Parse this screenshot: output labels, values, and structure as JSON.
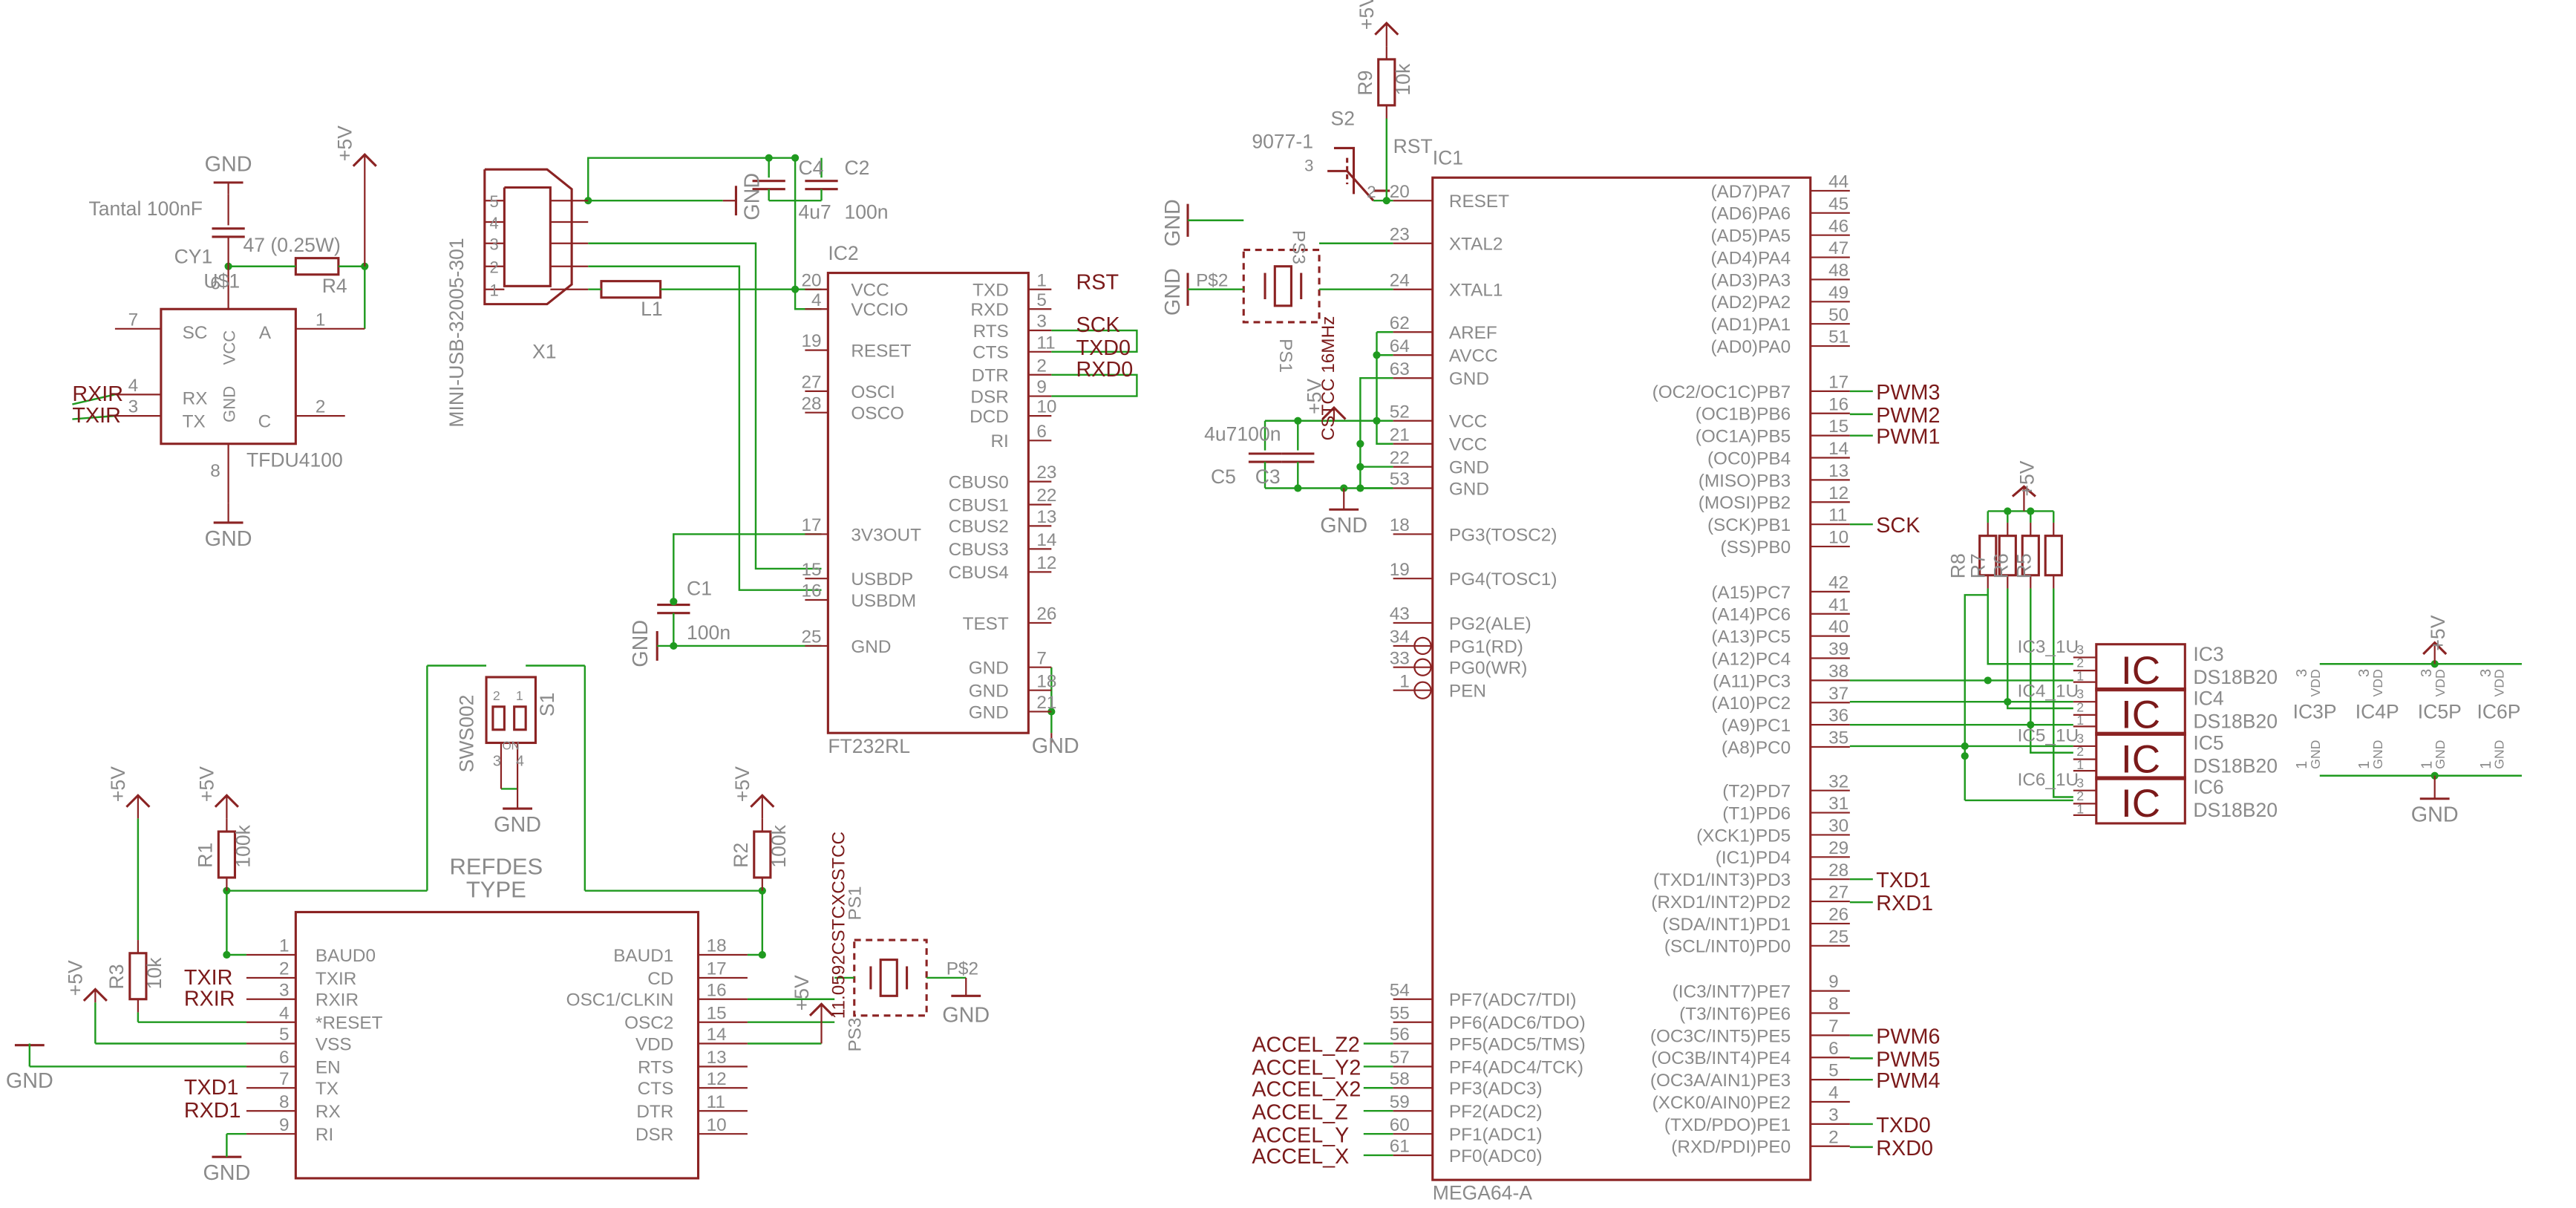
{
  "colors": {
    "body": "#8b2323",
    "wire": "#1f9a1f",
    "text": "#8a8a8a",
    "net": "#7b1a1a",
    "junction": "#1f9a1f"
  },
  "supply": {
    "gnd": "GND",
    "vcc": "+5V"
  },
  "ir": {
    "part": "TFDU4100",
    "name": "U$1",
    "cap_value": "Tantal 100nF",
    "cap_name": "CY1",
    "res_value": "47 (0.25W)",
    "res_name": "R4",
    "pins": [
      {
        "num": "7",
        "name": "SC"
      },
      {
        "num": "6",
        "name": "VCC"
      },
      {
        "num": "1",
        "name": "A"
      },
      {
        "num": "4",
        "name": "RX"
      },
      {
        "num": "3",
        "name": "TX"
      },
      {
        "num": "8",
        "name": "GND"
      },
      {
        "num": "2",
        "name": "C"
      }
    ],
    "nets": {
      "rx": "RXIR",
      "tx": "TXIR"
    }
  },
  "usb": {
    "part": "MINI-USB-32005-301",
    "name": "X1",
    "pins": [
      "5",
      "4",
      "3",
      "2",
      "1"
    ],
    "l1": "L1",
    "c4": "C4",
    "c2": "C2",
    "c4_val": "4u7",
    "c2_val": "100n",
    "c1": "C1",
    "c1_val": "100n"
  },
  "ft232": {
    "part": "FT232RL",
    "name": "IC2",
    "left": [
      {
        "num": "20",
        "name": "VCC"
      },
      {
        "num": "4",
        "name": "VCCIO"
      },
      {
        "num": "19",
        "name": "RESET"
      },
      {
        "num": "27",
        "name": "OSCI"
      },
      {
        "num": "28",
        "name": "OSCO"
      },
      {
        "num": "17",
        "name": "3V3OUT"
      },
      {
        "num": "15",
        "name": "USBDP"
      },
      {
        "num": "16",
        "name": "USBDM"
      },
      {
        "num": "25",
        "name": "GND"
      }
    ],
    "right": [
      {
        "num": "1",
        "name": "TXD"
      },
      {
        "num": "5",
        "name": "RXD"
      },
      {
        "num": "3",
        "name": "RTS"
      },
      {
        "num": "11",
        "name": "CTS"
      },
      {
        "num": "2",
        "name": "DTR"
      },
      {
        "num": "9",
        "name": "DSR"
      },
      {
        "num": "10",
        "name": "DCD"
      },
      {
        "num": "6",
        "name": "RI"
      },
      {
        "num": "23",
        "name": "CBUS0"
      },
      {
        "num": "22",
        "name": "CBUS1"
      },
      {
        "num": "13",
        "name": "CBUS2"
      },
      {
        "num": "14",
        "name": "CBUS3"
      },
      {
        "num": "12",
        "name": "CBUS4"
      },
      {
        "num": "26",
        "name": "TEST"
      },
      {
        "num": "7",
        "name": "GND"
      },
      {
        "num": "18",
        "name": "GND"
      },
      {
        "num": "21",
        "name": "GND"
      }
    ],
    "nets": {
      "rst": "RST",
      "sck": "SCK",
      "txd0": "TXD0",
      "rxd0": "RXD0"
    }
  },
  "mcu": {
    "part": "MEGA64-A",
    "name": "IC1",
    "left": [
      {
        "num": "20",
        "name": "RESET"
      },
      {
        "num": "23",
        "name": "XTAL2"
      },
      {
        "num": "24",
        "name": "XTAL1"
      },
      {
        "num": "62",
        "name": "AREF"
      },
      {
        "num": "64",
        "name": "AVCC"
      },
      {
        "num": "63",
        "name": "GND"
      },
      {
        "num": "52",
        "name": "VCC"
      },
      {
        "num": "21",
        "name": "VCC"
      },
      {
        "num": "22",
        "name": "GND"
      },
      {
        "num": "53",
        "name": "GND"
      },
      {
        "num": "18",
        "name": "PG3(TOSC2)"
      },
      {
        "num": "19",
        "name": "PG4(TOSC1)"
      },
      {
        "num": "43",
        "name": "PG2(ALE)"
      },
      {
        "num": "34",
        "name": "PG1(RD)"
      },
      {
        "num": "33",
        "name": "PG0(WR)"
      },
      {
        "num": "1",
        "name": "PEN"
      },
      {
        "num": "54",
        "name": "PF7(ADC7/TDI)"
      },
      {
        "num": "55",
        "name": "PF6(ADC6/TDO)"
      },
      {
        "num": "56",
        "name": "PF5(ADC5/TMS)"
      },
      {
        "num": "57",
        "name": "PF4(ADC4/TCK)"
      },
      {
        "num": "58",
        "name": "PF3(ADC3)"
      },
      {
        "num": "59",
        "name": "PF2(ADC2)"
      },
      {
        "num": "60",
        "name": "PF1(ADC1)"
      },
      {
        "num": "61",
        "name": "PF0(ADC0)"
      }
    ],
    "right": [
      {
        "num": "44",
        "name": "(AD7)PA7"
      },
      {
        "num": "45",
        "name": "(AD6)PA6"
      },
      {
        "num": "46",
        "name": "(AD5)PA5"
      },
      {
        "num": "47",
        "name": "(AD4)PA4"
      },
      {
        "num": "48",
        "name": "(AD3)PA3"
      },
      {
        "num": "49",
        "name": "(AD2)PA2"
      },
      {
        "num": "50",
        "name": "(AD1)PA1"
      },
      {
        "num": "51",
        "name": "(AD0)PA0"
      },
      {
        "num": "17",
        "name": "(OC2/OC1C)PB7"
      },
      {
        "num": "16",
        "name": "(OC1B)PB6"
      },
      {
        "num": "15",
        "name": "(OC1A)PB5"
      },
      {
        "num": "14",
        "name": "(OC0)PB4"
      },
      {
        "num": "13",
        "name": "(MISO)PB3"
      },
      {
        "num": "12",
        "name": "(MOSI)PB2"
      },
      {
        "num": "11",
        "name": "(SCK)PB1"
      },
      {
        "num": "10",
        "name": "(SS)PB0"
      },
      {
        "num": "42",
        "name": "(A15)PC7"
      },
      {
        "num": "41",
        "name": "(A14)PC6"
      },
      {
        "num": "40",
        "name": "(A13)PC5"
      },
      {
        "num": "39",
        "name": "(A12)PC4"
      },
      {
        "num": "38",
        "name": "(A11)PC3"
      },
      {
        "num": "37",
        "name": "(A10)PC2"
      },
      {
        "num": "36",
        "name": "(A9)PC1"
      },
      {
        "num": "35",
        "name": "(A8)PC0"
      },
      {
        "num": "32",
        "name": "(T2)PD7"
      },
      {
        "num": "31",
        "name": "(T1)PD6"
      },
      {
        "num": "30",
        "name": "(XCK1)PD5"
      },
      {
        "num": "29",
        "name": "(IC1)PD4"
      },
      {
        "num": "28",
        "name": "(TXD1/INT3)PD3"
      },
      {
        "num": "27",
        "name": "(RXD1/INT2)PD2"
      },
      {
        "num": "26",
        "name": "(SDA/INT1)PD1"
      },
      {
        "num": "25",
        "name": "(SCL/INT0)PD0"
      },
      {
        "num": "9",
        "name": "(IC3/INT7)PE7"
      },
      {
        "num": "8",
        "name": "(T3/INT6)PE6"
      },
      {
        "num": "7",
        "name": "(OC3C/INT5)PE5"
      },
      {
        "num": "6",
        "name": "(OC3B/INT4)PE4"
      },
      {
        "num": "5",
        "name": "(OC3A/AIN1)PE3"
      },
      {
        "num": "4",
        "name": "(XCK0/AIN0)PE2"
      },
      {
        "num": "3",
        "name": "(TXD/PDO)PE1"
      },
      {
        "num": "2",
        "name": "(RXD/PDI)PE0"
      }
    ],
    "nets": [
      "PWM3",
      "PWM2",
      "PWM1",
      "SCK",
      "TXD1",
      "RXD1",
      "PWM6",
      "PWM5",
      "PWM4",
      "TXD0",
      "RXD0"
    ],
    "accel": [
      "ACCEL_Z2",
      "ACCEL_Y2",
      "ACCEL_X2",
      "ACCEL_Z",
      "ACCEL_Y",
      "ACCEL_X"
    ]
  },
  "reset": {
    "switch": "9077-1",
    "switch_name": "S2",
    "res_name": "R9",
    "res_val": "10k",
    "net": "RST",
    "pins": [
      "3",
      "2"
    ]
  },
  "xtal": {
    "freq": "CSTCC 16MHz",
    "ps1": "PS1",
    "ps2": "P$2",
    "ps3": "PS3",
    "c5": "C5",
    "c3": "C3",
    "c_vals": "4u7100n",
    "gnd1": "GND",
    "gnd2": "GND"
  },
  "max3100": {
    "name": "REFDES",
    "part": "TYPE",
    "left": [
      {
        "num": "1",
        "name": "BAUD0"
      },
      {
        "num": "2",
        "name": "TXIR"
      },
      {
        "num": "3",
        "name": "RXIR"
      },
      {
        "num": "4",
        "name": "*RESET"
      },
      {
        "num": "5",
        "name": "VSS"
      },
      {
        "num": "6",
        "name": "EN"
      },
      {
        "num": "7",
        "name": "TX"
      },
      {
        "num": "8",
        "name": "RX"
      },
      {
        "num": "9",
        "name": "RI"
      }
    ],
    "right": [
      {
        "num": "18",
        "name": "BAUD1"
      },
      {
        "num": "17",
        "name": "CD"
      },
      {
        "num": "16",
        "name": "OSC1/CLKIN"
      },
      {
        "num": "15",
        "name": "OSC2"
      },
      {
        "num": "14",
        "name": "VDD"
      },
      {
        "num": "13",
        "name": "RTS"
      },
      {
        "num": "12",
        "name": "CTS"
      },
      {
        "num": "11",
        "name": "DTR"
      },
      {
        "num": "10",
        "name": "DSR"
      }
    ],
    "nets": {
      "txir": "TXIR",
      "rxir": "RXIR",
      "txd1": "TXD1",
      "rxd1": "RXD1"
    },
    "r1": "R1",
    "r2": "R2",
    "r3": "R3",
    "r_val": "100k",
    "r3_val": "10k",
    "sw": "SWS002",
    "sw_name": "S1",
    "sw_on": "ON",
    "sw_pins": [
      "2",
      "1",
      "3",
      "4"
    ],
    "osc_freq": "11.0592CSTCXCSTCC",
    "osc_ps1": "PS1",
    "osc_ps2": "P$2",
    "osc_ps3": "PS3"
  },
  "sensors": {
    "res": [
      "R8",
      "R7",
      "R6",
      "R5"
    ],
    "vcc": "+5V",
    "ics": [
      {
        "name": "IC3",
        "part": "DS18B20",
        "cell": "IC3_1U"
      },
      {
        "name": "IC4",
        "part": "DS18B20",
        "cell": "IC4_1U"
      },
      {
        "name": "IC5",
        "part": "DS18B20",
        "cell": "IC5_1U"
      },
      {
        "name": "IC6",
        "part": "DS18B20",
        "cell": "IC6_1U"
      }
    ],
    "glyph": "IC",
    "pin_nums": [
      "3",
      "2",
      "1"
    ],
    "conn": [
      {
        "name": "IC3P",
        "vdd": "VDD",
        "gnd": "GND"
      },
      {
        "name": "IC4P",
        "vdd": "VDD",
        "gnd": "GND"
      },
      {
        "name": "IC5P",
        "vdd": "VDD",
        "gnd": "GND"
      },
      {
        "name": "IC6P",
        "vdd": "VDD",
        "gnd": "GND"
      }
    ],
    "conn_pins": [
      "3",
      "1"
    ]
  }
}
